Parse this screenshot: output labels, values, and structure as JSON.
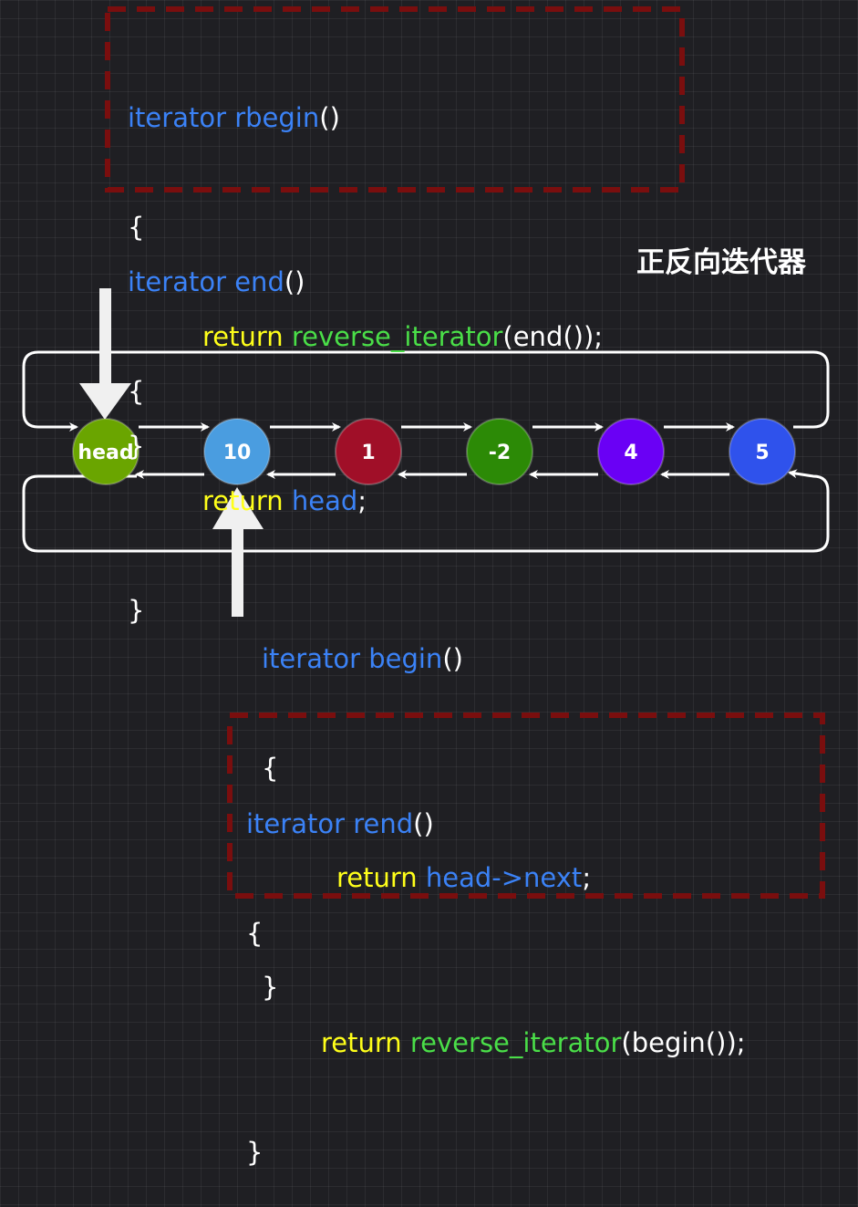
{
  "title": "正反向迭代器",
  "nodes": [
    {
      "label": "head",
      "color": "#6aa500"
    },
    {
      "label": "10",
      "color": "#4a9de0"
    },
    {
      "label": "1",
      "color": "#a00f28"
    },
    {
      "label": "-2",
      "color": "#2c8a06"
    },
    {
      "label": "4",
      "color": "#6a00f5"
    },
    {
      "label": "5",
      "color": "#2f52ec"
    }
  ],
  "colors": {
    "blue": "#3b82f6",
    "yellow": "#ffff1a",
    "green": "#4ade48",
    "box_dash": "#7a0e0e"
  },
  "code": {
    "rbegin": {
      "sig_type": "iterator",
      "sig_name": "rbegin",
      "sig_paren": "()",
      "open": "{",
      "ret": "return",
      "call": "reverse_iterator",
      "args": "(end());",
      "close": "}"
    },
    "end": {
      "sig_type": "iterator",
      "sig_name": "end",
      "sig_paren": "()",
      "open": "{",
      "ret": "return",
      "value": "head",
      "semi": ";",
      "close": "}"
    },
    "begin": {
      "sig_type": "iterator",
      "sig_name": "begin",
      "sig_paren": "()",
      "open": "{",
      "ret": "return",
      "value": "head->next",
      "semi": ";",
      "close": "}"
    },
    "rend": {
      "sig_type": "iterator",
      "sig_name": "rend",
      "sig_paren": "()",
      "open": "{",
      "ret": "return",
      "call": "reverse_iterator",
      "args": "(begin());",
      "close": "}"
    }
  }
}
